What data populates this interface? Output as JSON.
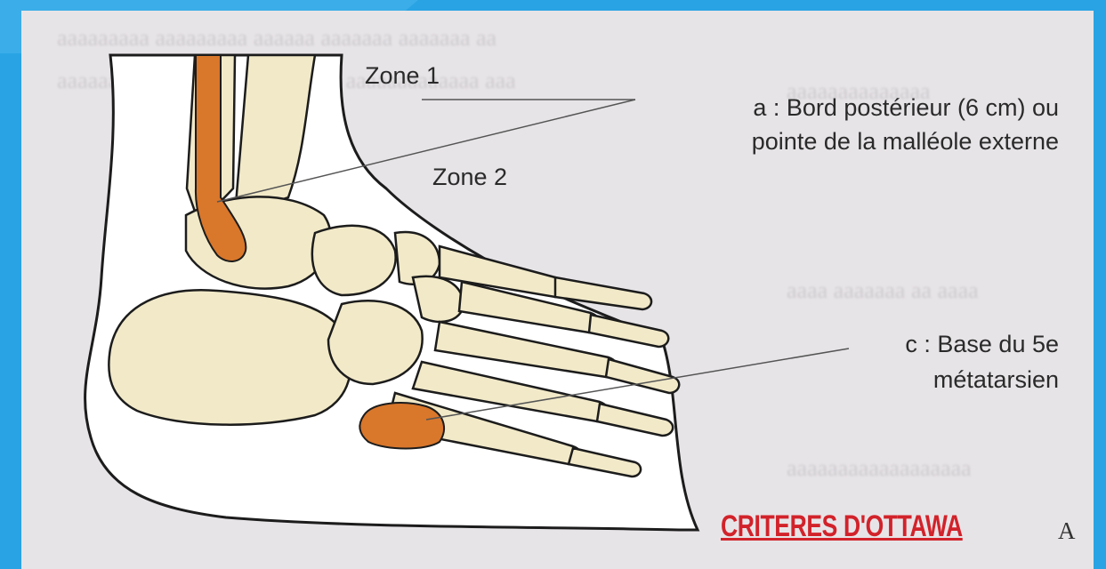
{
  "figure": {
    "zone1_label": "Zone 1",
    "zone2_label": "Zone 2",
    "label_a_line1": "a : Bord postérieur (6 cm) ou",
    "label_a_line2": "pointe de la malléole externe",
    "label_c_line1": "c : Base du 5e",
    "label_c_line2": "métatarsien",
    "title": "CRITERES D'OTTAWA",
    "panel_letter": "A"
  },
  "colors": {
    "frame": "#29a3e3",
    "page": "#e7e4e7",
    "bone": "#f1e9c8",
    "bone_outline": "#1c1c1c",
    "highlight_zone": "#d9772b",
    "title": "#d2222a"
  }
}
